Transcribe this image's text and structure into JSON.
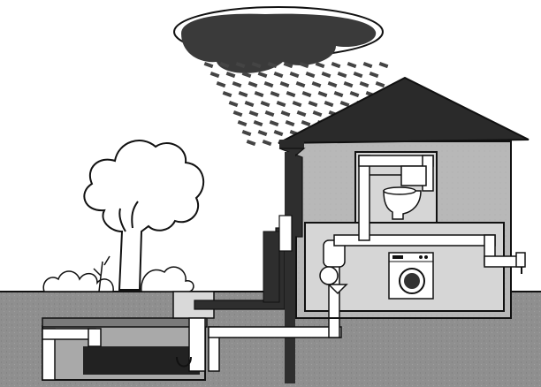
{
  "diagram": {
    "kind": "rainwater-harvesting-illustration",
    "elements": [
      "rain-cloud-icon",
      "rain-streaks",
      "house-icon",
      "roof",
      "downpipe",
      "underground-cistern",
      "filter-unit",
      "pump-icon",
      "washing-machine-icon",
      "toilet-icon",
      "outdoor-tap-icon",
      "tree-icon",
      "shrubs"
    ],
    "colors": {
      "ground": "#8f8f8f",
      "ground_dark": "#7a7a7a",
      "house_wall": "#b5b5b5",
      "roof": "#2a2a2a",
      "cloud": "#3a3a3a",
      "water": "#222222",
      "pipe_fill": "#ffffff",
      "stroke": "#111111"
    }
  }
}
